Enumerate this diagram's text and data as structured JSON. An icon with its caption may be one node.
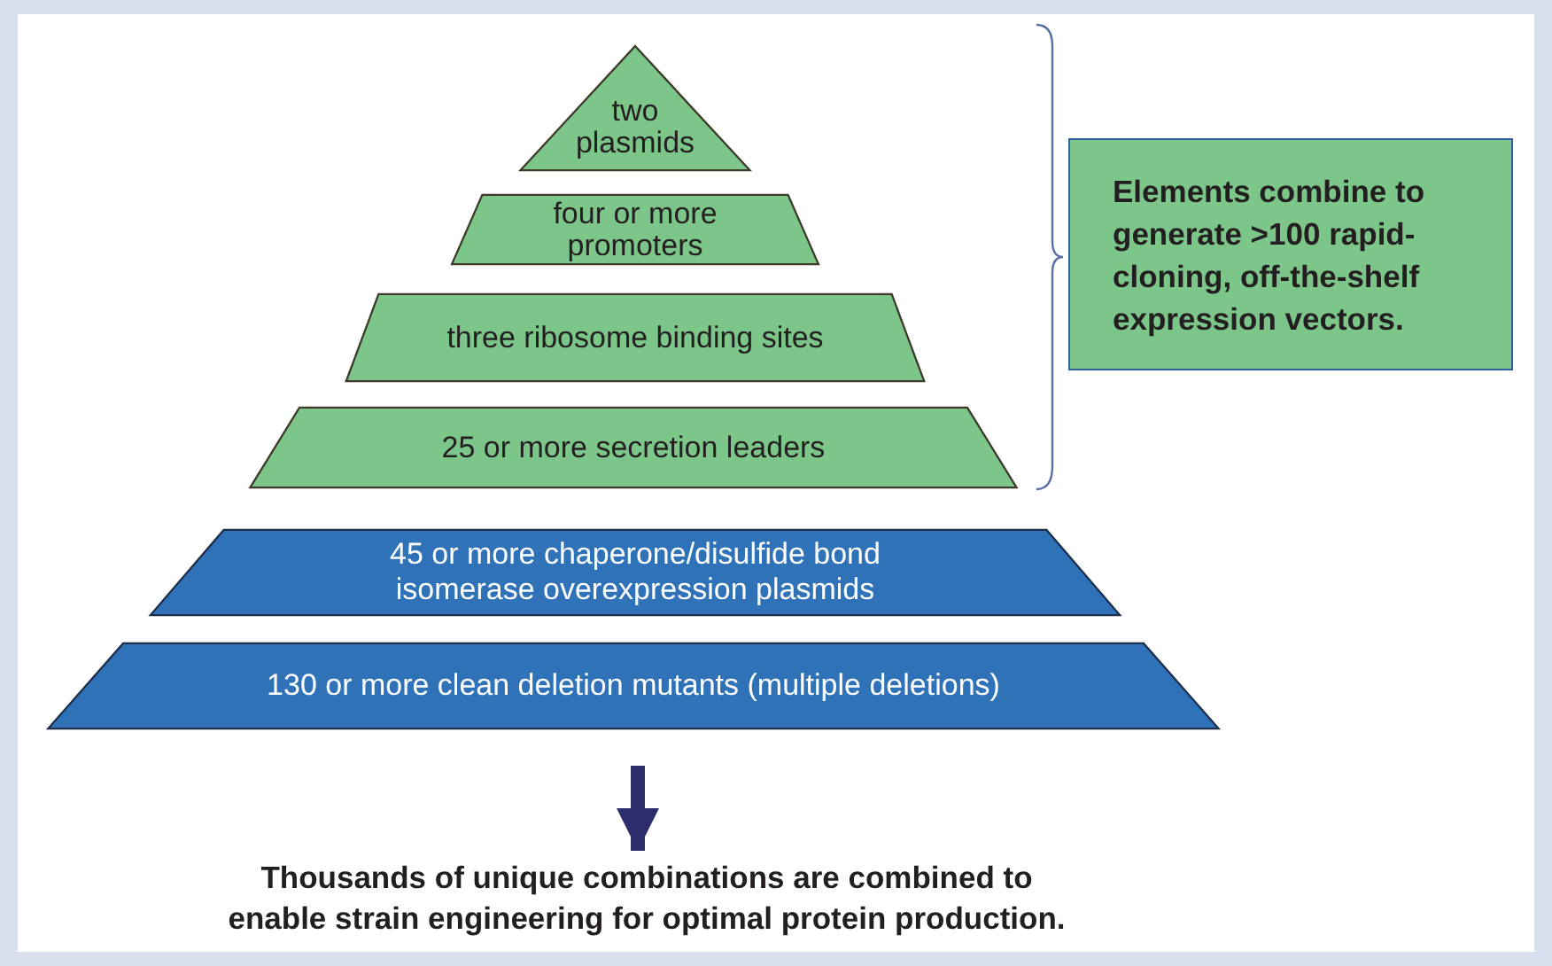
{
  "diagram": {
    "nodes": [
      {
        "text": [
          "two plasmids"
        ]
      },
      {
        "text": [
          "four or more promoters"
        ]
      },
      {
        "text": [
          "three ribosome binding sites"
        ]
      },
      {
        "text": [
          "25 or more secretion leaders"
        ]
      },
      {
        "text": [
          "45 or more chaperone/disulfide bond isomerase overexpression plasmids"
        ]
      },
      {
        "text": [
          "130 or more clean deletion mutants (multiple deletions)"
        ]
      },
      {
        "text": [
          "Elements combine to generate >100 rapid-cloning, off-the-shelf expression vectors."
        ]
      },
      {
        "text": [
          "Thousands of unique combinations are combined to enable strain engineering for optimal protein production."
        ]
      }
    ],
    "edges": [
      {
        "from": 5,
        "to": 7,
        "arrow": "to"
      }
    ]
  }
}
